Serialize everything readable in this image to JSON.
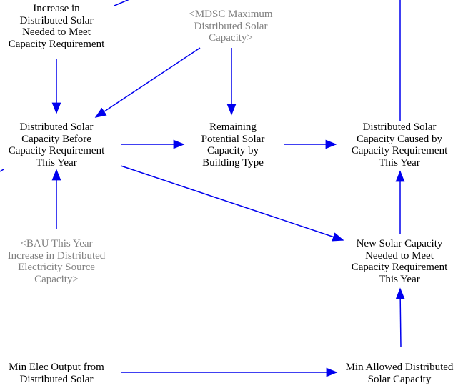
{
  "colors": {
    "arrow": "#0000ee",
    "variable_text": "#000000",
    "shadow_text": "#808080",
    "background": "#ffffff"
  },
  "variables": {
    "increase_needed": {
      "lines": [
        "Increase in",
        "Distributed Solar",
        "Needed to Meet",
        "Capacity Requirement"
      ]
    },
    "mdsc_max": {
      "lines": [
        "<MDSC Maximum",
        "Distributed Solar",
        "Capacity>"
      ]
    },
    "before_requirement": {
      "lines": [
        "Distributed Solar",
        "Capacity Before",
        "Capacity Requirement",
        "This Year"
      ]
    },
    "remaining_potential": {
      "lines": [
        "Remaining",
        "Potential Solar",
        "Capacity by",
        "Building Type"
      ]
    },
    "caused_by_requirement": {
      "lines": [
        "Distributed Solar",
        "Capacity Caused by",
        "Capacity Requirement",
        "This Year"
      ]
    },
    "bau_increase": {
      "lines": [
        "<BAU This Year",
        "Increase in Distributed",
        "Electricity Source",
        "Capacity>"
      ]
    },
    "new_needed": {
      "lines": [
        "New Solar Capacity",
        "Needed to Meet",
        "Capacity Requirement",
        "This Year"
      ]
    },
    "min_elec_output": {
      "lines": [
        "Min Elec Output from",
        "Distributed Solar"
      ]
    },
    "min_allowed": {
      "lines": [
        "Min Allowed Distributed",
        "Solar Capacity"
      ]
    }
  }
}
